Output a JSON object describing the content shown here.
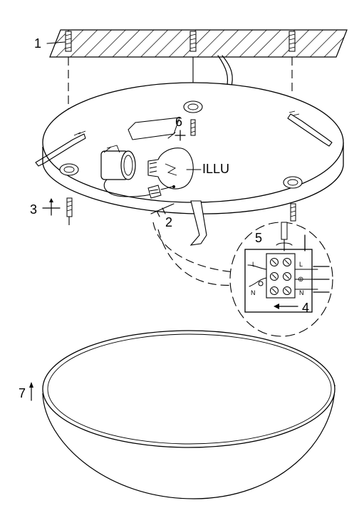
{
  "callouts": {
    "c1": "1",
    "c2": "2",
    "c3": "3",
    "c4": "4",
    "c5": "5",
    "c6": "6",
    "c7": "7",
    "bulb": "ILLU"
  },
  "terminal_marks": {
    "top_left": "L",
    "top_right": "L",
    "middle": "⊕",
    "bottom_left": "N",
    "bottom_right": "N"
  }
}
